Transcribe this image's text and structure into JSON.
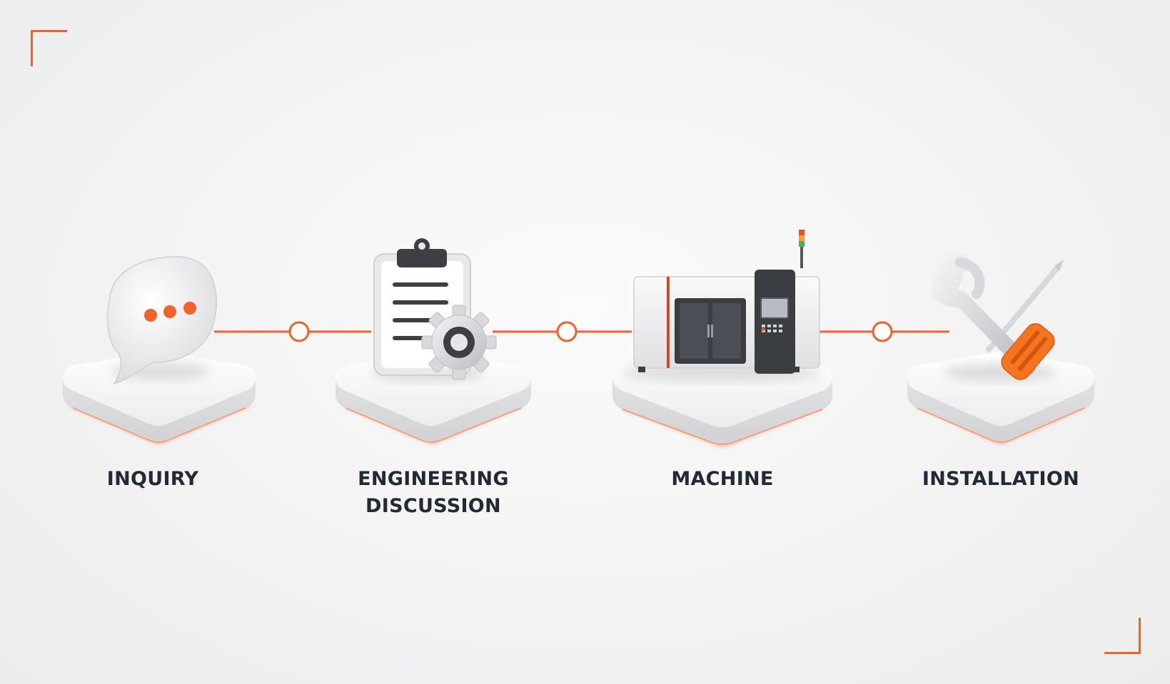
{
  "accent_color": "#f0622a",
  "steps": [
    {
      "label": "INQUIRY",
      "icon": "chat-bubble-icon"
    },
    {
      "label": "ENGINEERING\nDISCUSSION",
      "icon": "clipboard-gear-icon"
    },
    {
      "label": "MACHINE",
      "icon": "cnc-machine-icon"
    },
    {
      "label": "INSTALLATION",
      "icon": "wrench-screwdriver-icon"
    }
  ]
}
